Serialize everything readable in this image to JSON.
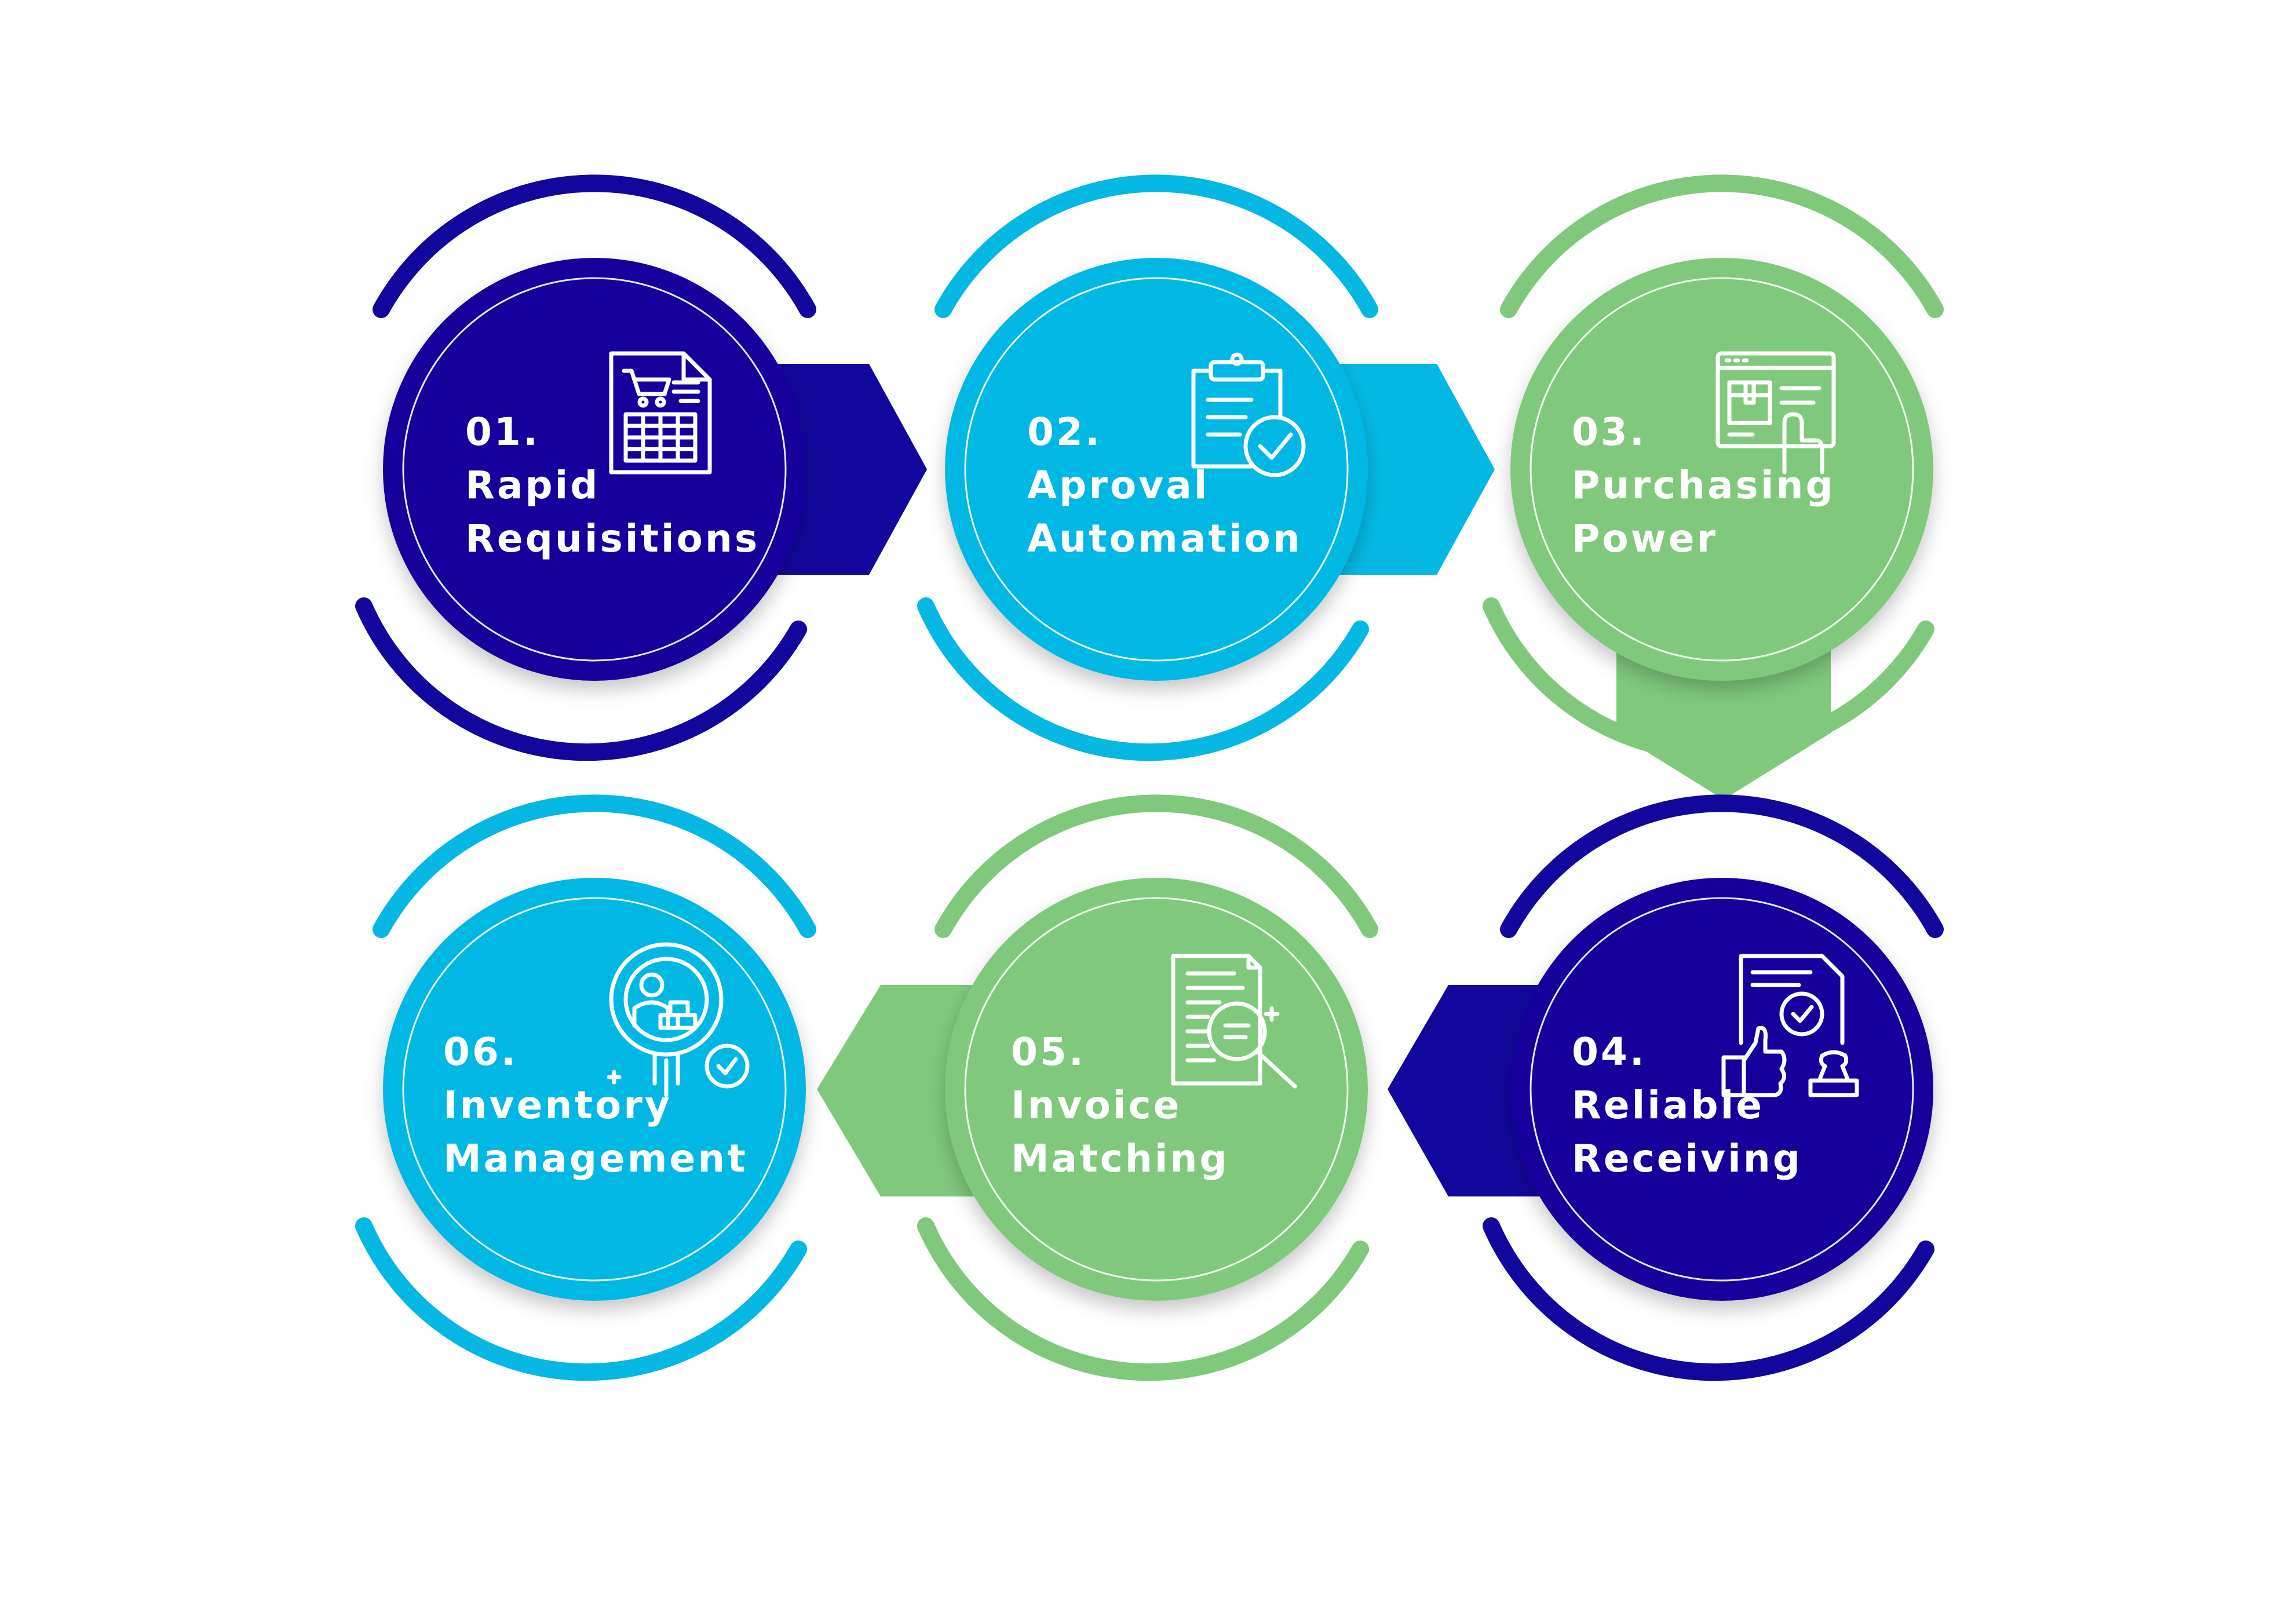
{
  "colors": {
    "navy": "#12069C",
    "cyan": "#05B8E3",
    "green": "#80C97C",
    "white": "#FFFFFF"
  },
  "steps": [
    {
      "number": "01.",
      "line1": "Rapid",
      "line2": "Requisitions",
      "color": "navy",
      "icon": "purchase-requisition-icon"
    },
    {
      "number": "02.",
      "line1": "Aproval",
      "line2": "Automation",
      "color": "cyan",
      "icon": "approval-clipboard-icon"
    },
    {
      "number": "03.",
      "line1": "Purchasing",
      "line2": "Power",
      "color": "green",
      "icon": "online-purchase-icon"
    },
    {
      "number": "04.",
      "line1": "Reliable",
      "line2": "Receiving",
      "color": "navy",
      "icon": "approved-receiving-icon"
    },
    {
      "number": "05.",
      "line1": "Invoice",
      "line2": "Matching",
      "color": "green",
      "icon": "invoice-search-icon"
    },
    {
      "number": "06.",
      "line1": "Inventory",
      "line2": "Management",
      "color": "cyan",
      "icon": "inventory-search-icon"
    }
  ]
}
